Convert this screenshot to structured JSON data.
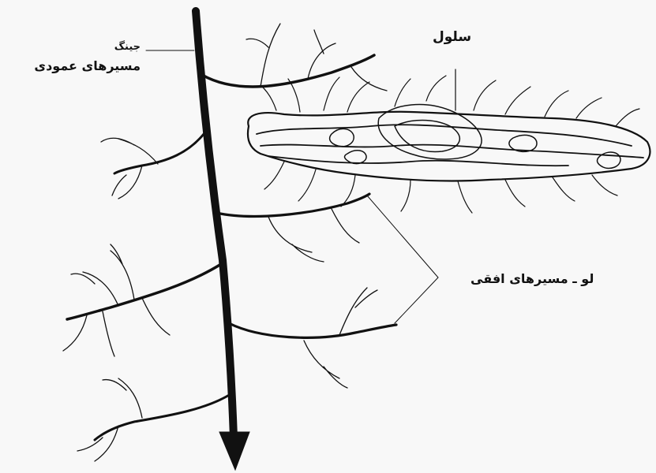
{
  "labels": {
    "vertical_line1": "جینگ",
    "vertical_line2": "مسیرهای عمودی",
    "cell": "سلول",
    "horizontal": "لو ـ مسیرهای افقی"
  },
  "colors": {
    "ink": "#111111",
    "background": "#f8f8f8"
  }
}
